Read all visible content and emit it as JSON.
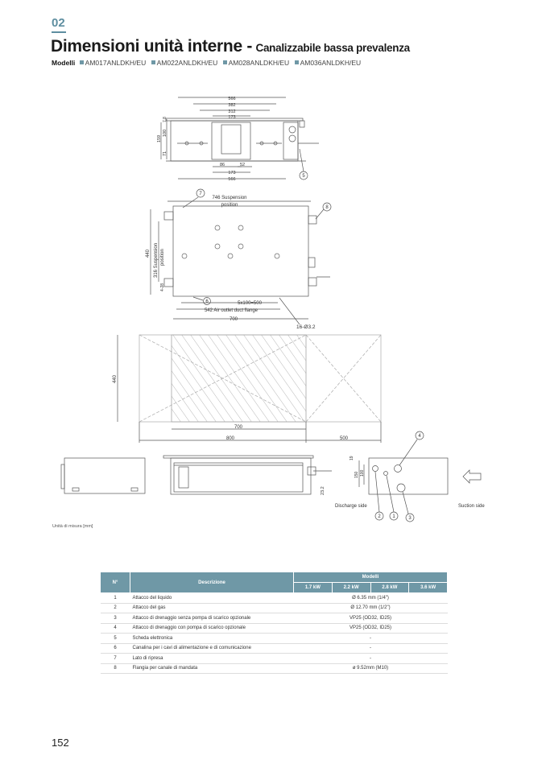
{
  "section_number": "02",
  "title": "Dimensioni unità interne -",
  "subtitle": "Canalizzabile bassa prevalenza",
  "models_label": "Modelli",
  "models": [
    "AM017ANLDKH/EU",
    "AM022ANLDKH/EU",
    "AM028ANLDKH/EU",
    "AM036ANLDKH/EU"
  ],
  "drawing": {
    "top_view": {
      "d566a": "566",
      "d382": "382",
      "d312": "312",
      "d173a": "173",
      "d7_8": "7 8",
      "d159": "159",
      "d100": "100",
      "d71": "71",
      "d86": "86",
      "d52": "52",
      "d173b": "173",
      "d566b": "566",
      "callout5": "5"
    },
    "plan_view": {
      "callout7": "7",
      "callout8": "8",
      "callout6": "6",
      "susp1": "746 Suspension",
      "susp2": "position",
      "d440": "440",
      "d316a": "316 Suspension",
      "d316b": "position",
      "d4_28": "4-28",
      "d500": "5x100=500",
      "d542": "542  Air outlet duct flange",
      "d700": "700",
      "holes": "16-Ø3.2"
    },
    "clearance": {
      "d440": "440",
      "d700": "700",
      "d800": "800",
      "d500": "500"
    },
    "side_views": {
      "d23_2": "23.2",
      "d19": "19",
      "d150": "150",
      "d100": "100",
      "callout1": "1",
      "callout2": "2",
      "callout3": "3",
      "callout4": "4",
      "discharge": "Discharge side",
      "suction": "Suction side"
    }
  },
  "unit_note": "Unità di misura [mm]",
  "table": {
    "headers": {
      "n": "N°",
      "desc": "Descrizione",
      "models": "Modelli",
      "kw": [
        "1.7 kW",
        "2.2 kW",
        "2.8 kW",
        "3.6 kW"
      ]
    },
    "rows": [
      {
        "n": "1",
        "desc": "Attacco del liquido",
        "value": "Ø 6.35 mm (1/4\")"
      },
      {
        "n": "2",
        "desc": "Attacco del gas",
        "value": "Ø 12.70 mm (1/2\")"
      },
      {
        "n": "3",
        "desc": "Attacco di drenaggio senza pompa di scarico opzionale",
        "value": "VP25 (OD32, ID25)"
      },
      {
        "n": "4",
        "desc": "Attacco di drenaggio con pompa di scarico opzionale",
        "value": "VP25 (OD32, ID25)"
      },
      {
        "n": "5",
        "desc": "Scheda elettronica",
        "value": "-"
      },
      {
        "n": "6",
        "desc": "Canalina per i cavi di alimentazione e di comunicazione",
        "value": "-"
      },
      {
        "n": "7",
        "desc": "Lato di ripresa",
        "value": "-"
      },
      {
        "n": "8",
        "desc": "Flangia per canale di mandata",
        "value": "ø 9.52mm (M10)"
      }
    ]
  },
  "page_number": "152",
  "colors": {
    "accent": "#5e8ea0",
    "table_header": "#6f98a6"
  }
}
